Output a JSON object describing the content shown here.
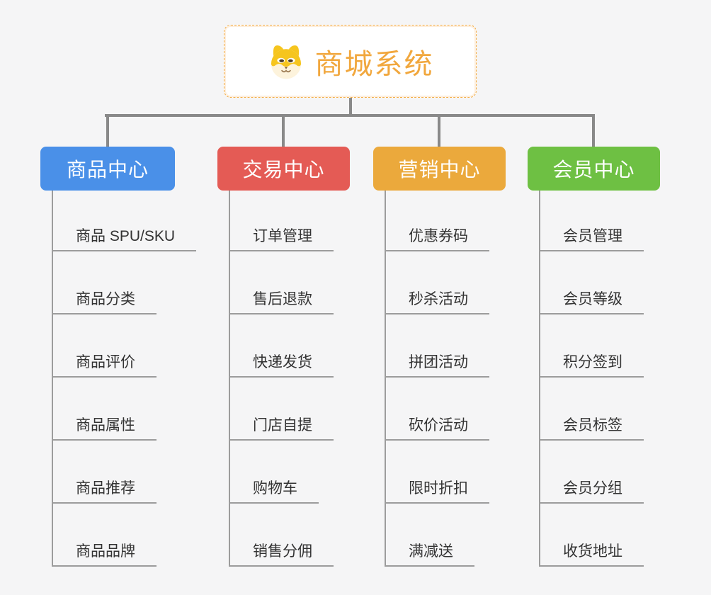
{
  "page": {
    "background_color": "#f5f5f6",
    "connector_color": "#898989",
    "child_line_color": "#9c9c9c"
  },
  "root": {
    "title": "商城系统",
    "icon": "dog-face-icon",
    "text_color": "#f1a73d",
    "border_color": "#f3ad45"
  },
  "branches": [
    {
      "label": "商品中心",
      "color": "#4a90e8",
      "children": [
        "商品 SPU/SKU",
        "商品分类",
        "商品评价",
        "商品属性",
        "商品推荐",
        "商品品牌"
      ]
    },
    {
      "label": "交易中心",
      "color": "#e45b55",
      "children": [
        "订单管理",
        "售后退款",
        "快递发货",
        "门店自提",
        "购物车",
        "销售分佣"
      ]
    },
    {
      "label": "营销中心",
      "color": "#eba93c",
      "children": [
        "优惠券码",
        "秒杀活动",
        "拼团活动",
        "砍价活动",
        "限时折扣",
        "满减送"
      ]
    },
    {
      "label": "会员中心",
      "color": "#6ec043",
      "children": [
        "会员管理",
        "会员等级",
        "积分签到",
        "会员标签",
        "会员分组",
        "收货地址"
      ]
    }
  ]
}
